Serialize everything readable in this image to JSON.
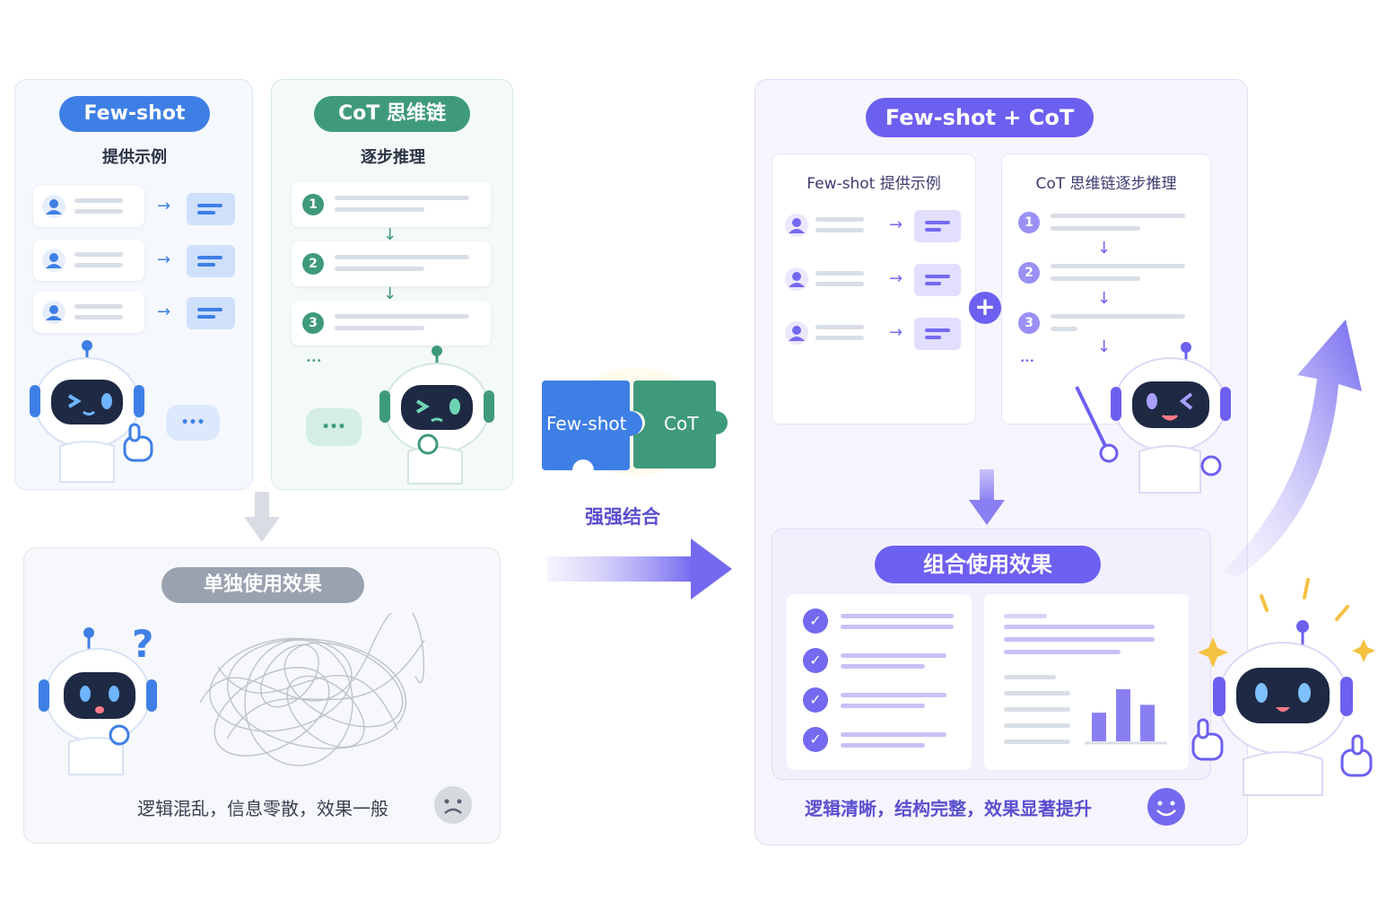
{
  "fewshot_card": {
    "badge": "Few-shot",
    "subtitle": "提供示例",
    "color": "#3e7fe6"
  },
  "cot_card": {
    "badge": "CoT 思维链",
    "subtitle": "逐步推理",
    "color": "#3f9a7c",
    "steps": [
      "1",
      "2",
      "3"
    ]
  },
  "puzzle": {
    "left_label": "Few-shot",
    "right_label": "CoT",
    "caption": "强强结合"
  },
  "combined_card": {
    "badge": "Few-shot + CoT",
    "panel_left_title": "Few-shot 提供示例",
    "panel_right_title": "CoT 思维链逐步推理",
    "steps": [
      "1",
      "2",
      "3"
    ],
    "plus_symbol": "+",
    "color": "#6d5ff0"
  },
  "single_effect": {
    "badge": "单独使用效果",
    "caption": "逻辑混乱，信息零散，效果一般",
    "question_mark": "?",
    "badge_color": "#9aa2b0"
  },
  "combined_effect": {
    "badge": "组合使用效果",
    "caption": "逻辑清晰，结构完整，效果显著提升",
    "check_symbol": "✓",
    "checklist_count": 4,
    "bar_values": [
      0.55,
      1.0,
      0.7
    ]
  },
  "icons": {
    "dots": "•••",
    "right_arrow": "→",
    "down_arrow": "↓"
  }
}
